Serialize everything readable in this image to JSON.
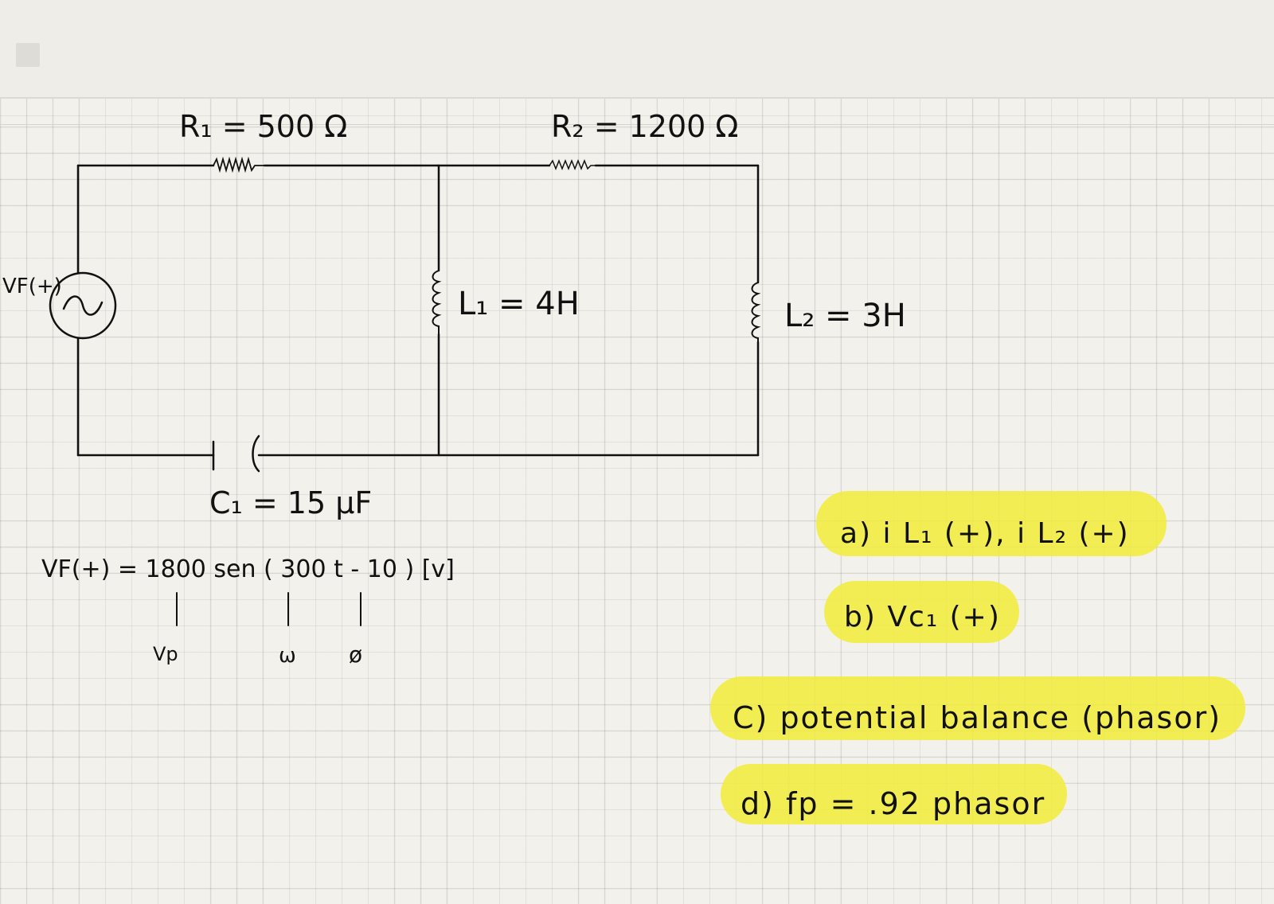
{
  "diagram": {
    "resistor_r1": "R₁ = 500 Ω",
    "resistor_r2": "R₂ = 1200 Ω",
    "inductor_l1": "L₁ = 4H",
    "inductor_l2": "L₂ = 3H",
    "capacitor_c1": "C₁ = 15 μF",
    "source_label": "VF(+)",
    "equation": "VF(+) = 1800 sen ( 300 t - 10 ) [v]",
    "annotation_vp": "Vp",
    "annotation_w": "ω",
    "annotation_phi": "ø"
  },
  "questions": {
    "a": "a) i L₁ (+), i L₂ (+)",
    "b": "b) Vc₁ (+)",
    "c": "C) potential balance (phasor)",
    "d": "d) fp = .92 phasor"
  },
  "colors": {
    "ink": "#111111",
    "highlight": "#f2ec3a",
    "paper": "#f3f1eb"
  }
}
